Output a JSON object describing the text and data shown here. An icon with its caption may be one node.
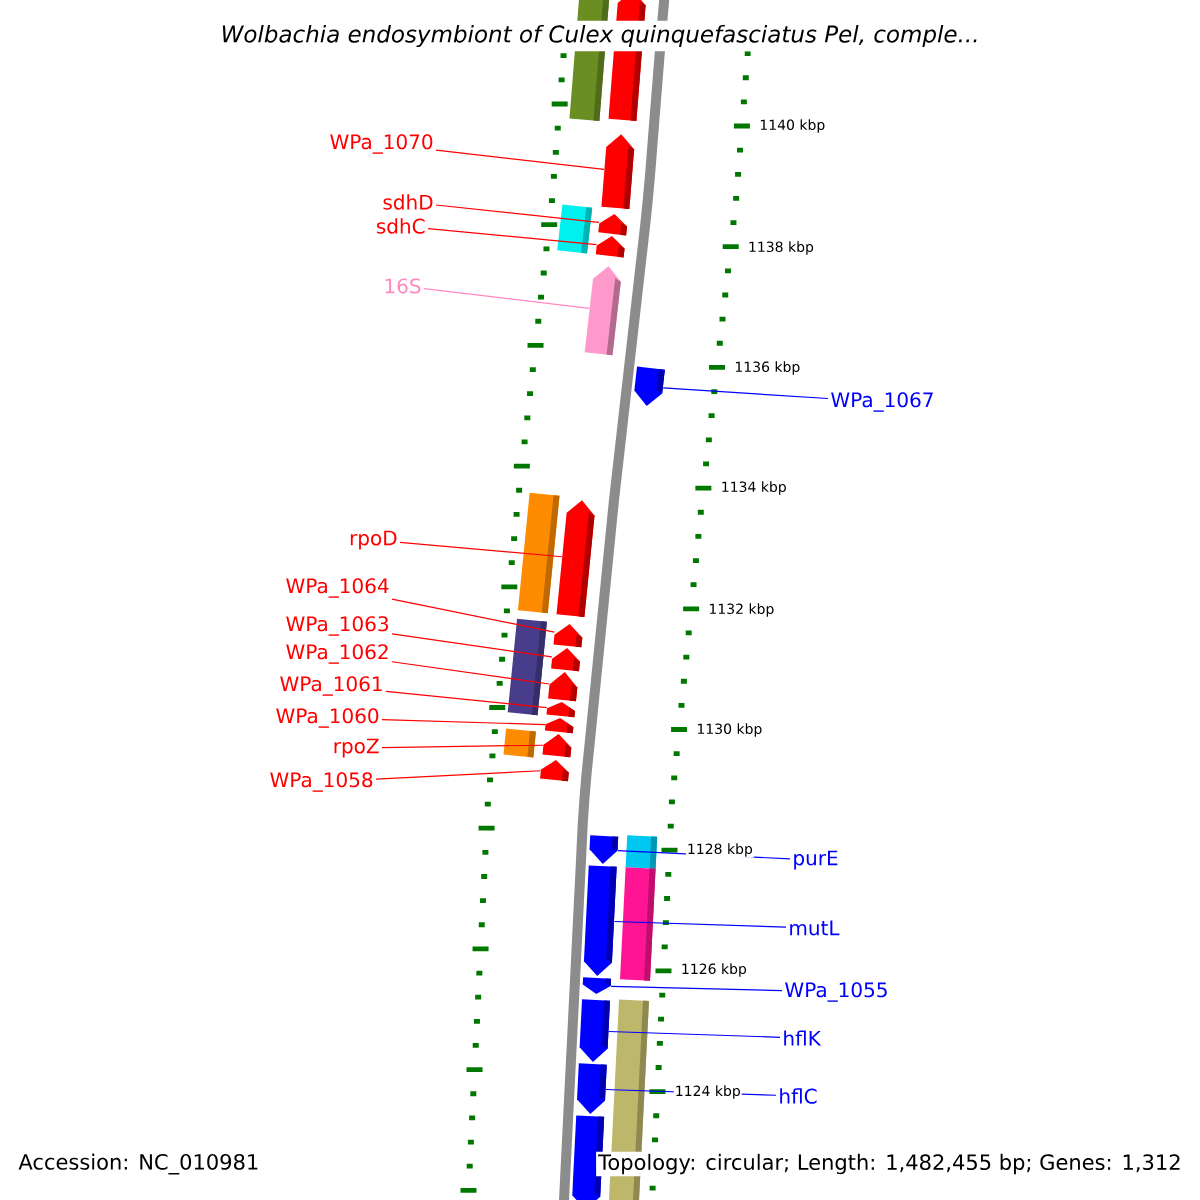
{
  "diagram": {
    "title": "Wolbachia endosymbiont of Culex quinquefasciatus Pel, comple...",
    "nodes": [
      {
        "text": [
          "WPa_1070"
        ]
      },
      {
        "text": [
          "sdhD"
        ]
      },
      {
        "text": [
          "sdhC"
        ]
      },
      {
        "text": [
          "16S"
        ]
      },
      {
        "text": [
          "WPa_1067"
        ]
      },
      {
        "text": [
          "rpoD"
        ]
      },
      {
        "text": [
          "WPa_1064"
        ]
      },
      {
        "text": [
          "WPa_1063"
        ]
      },
      {
        "text": [
          "WPa_1062"
        ]
      },
      {
        "text": [
          "WPa_1061"
        ]
      },
      {
        "text": [
          "WPa_1060"
        ]
      },
      {
        "text": [
          "rpoZ"
        ]
      },
      {
        "text": [
          "WPa_1058"
        ]
      },
      {
        "text": [
          "purE"
        ]
      },
      {
        "text": [
          "mutL"
        ]
      },
      {
        "text": [
          "WPa_1055"
        ]
      },
      {
        "text": [
          "hflK"
        ]
      },
      {
        "text": [
          "hflC"
        ]
      },
      {
        "text": [],
        "shape": "arrow"
      },
      {
        "text": [],
        "shape": "arrow"
      },
      {
        "text": [],
        "shape": "arrow"
      },
      {
        "text": [],
        "shape": "arrow"
      },
      {
        "text": [],
        "shape": "arrow"
      },
      {
        "text": [],
        "shape": "arrow"
      },
      {
        "text": [],
        "shape": "arrow"
      },
      {
        "text": [],
        "shape": "arrow"
      },
      {
        "text": [],
        "shape": "arrow"
      },
      {
        "text": [],
        "shape": "arrow"
      },
      {
        "text": [],
        "shape": "arrow"
      },
      {
        "text": [],
        "shape": "arrow"
      },
      {
        "text": [],
        "shape": "arrow"
      },
      {
        "text": [],
        "shape": "arrow"
      },
      {
        "text": [],
        "shape": "arrow"
      },
      {
        "text": [],
        "shape": "arrow"
      },
      {
        "text": [],
        "shape": "arrow"
      },
      {
        "text": [],
        "shape": "arrow"
      },
      {
        "text": [],
        "shape": "arrow"
      },
      {
        "text": [],
        "shape": "arrow"
      }
    ],
    "edges": [
      {
        "from": 0,
        "to": 18,
        "arrow": "none"
      },
      {
        "from": 1,
        "to": 19,
        "arrow": "none"
      },
      {
        "from": 2,
        "to": 20,
        "arrow": "none"
      },
      {
        "from": 3,
        "to": 21,
        "arrow": "none",
        "color": "#ff88c0"
      },
      {
        "from": 4,
        "to": 22,
        "arrow": "none",
        "color": "#0000ff"
      },
      {
        "from": 5,
        "to": 23,
        "arrow": "none"
      },
      {
        "from": 6,
        "to": 24,
        "arrow": "none"
      },
      {
        "from": 7,
        "to": 25,
        "arrow": "none"
      },
      {
        "from": 8,
        "to": 26,
        "arrow": "none"
      },
      {
        "from": 9,
        "to": 27,
        "arrow": "none"
      },
      {
        "from": 10,
        "to": 28,
        "arrow": "none"
      },
      {
        "from": 11,
        "to": 29,
        "arrow": "none"
      },
      {
        "from": 12,
        "to": 30,
        "arrow": "none"
      },
      {
        "from": 13,
        "to": 31,
        "arrow": "none",
        "color": "#0000ff"
      },
      {
        "from": 14,
        "to": 32,
        "arrow": "none",
        "color": "#0000ff"
      },
      {
        "from": 15,
        "to": 33,
        "arrow": "none",
        "color": "#0000ff"
      },
      {
        "from": 16,
        "to": 34,
        "arrow": "none",
        "color": "#0000ff"
      },
      {
        "from": 17,
        "to": 35,
        "arrow": "none",
        "color": "#0000ff"
      }
    ],
    "labels": [
      "1140 kbp",
      "1138 kbp",
      "1136 kbp",
      "1134 kbp",
      "1132 kbp",
      "1130 kbp",
      "1128 kbp",
      "1126 kbp",
      "1124 kbp",
      "Accession: NC_010981",
      "Topology: circular; Length: 1,482,455 bp; Genes: 1,312"
    ]
  }
}
